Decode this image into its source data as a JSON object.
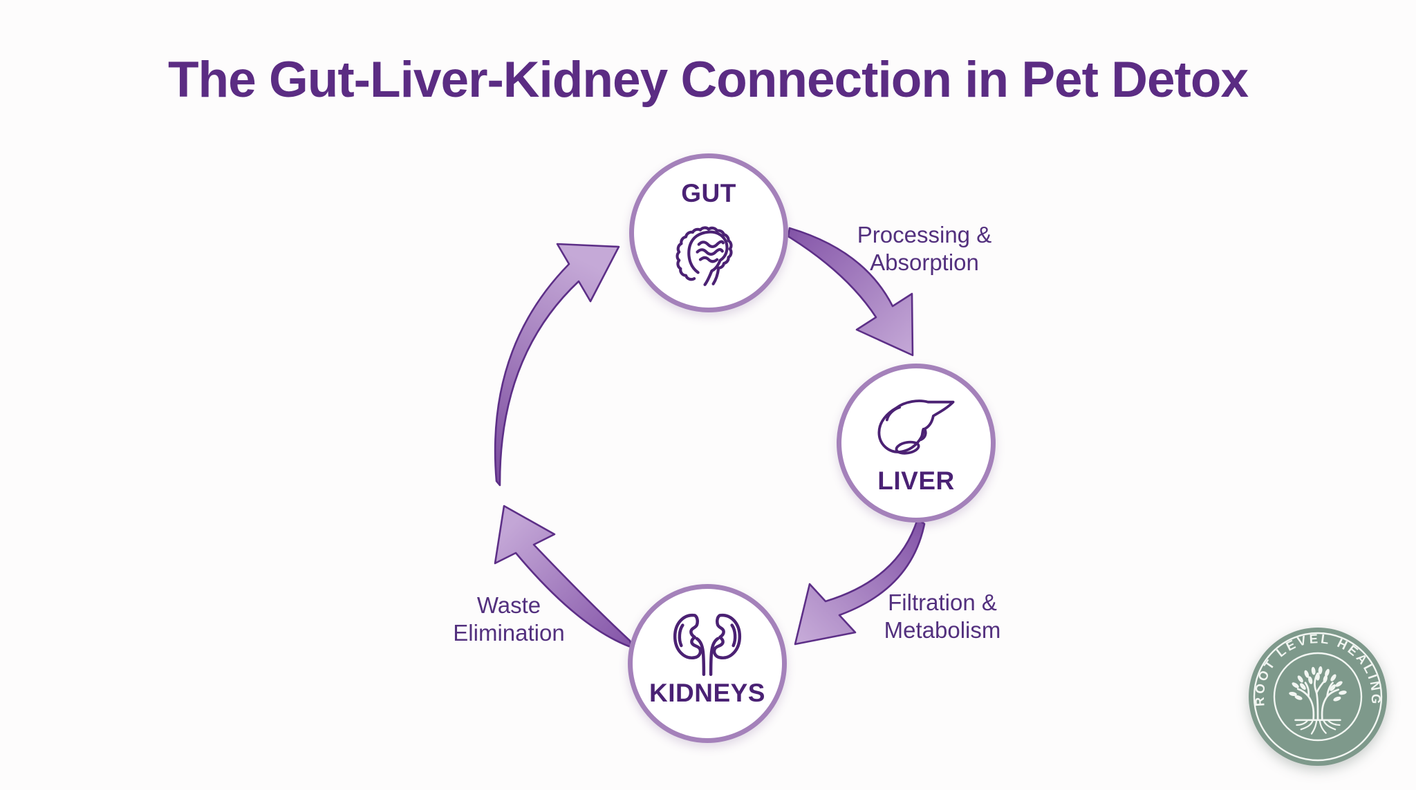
{
  "title": "The Gut-Liver-Kidney Connection in Pet Detox",
  "nodes": [
    {
      "id": "gut",
      "label": "GUT",
      "icon": "intestines-icon"
    },
    {
      "id": "liver",
      "label": "LIVER",
      "icon": "liver-icon"
    },
    {
      "id": "kidneys",
      "label": "KIDNEYS",
      "icon": "kidneys-icon"
    }
  ],
  "connections": [
    {
      "from": "GUT",
      "to": "LIVER",
      "label": "Processing & Absorption"
    },
    {
      "from": "LIVER",
      "to": "KIDNEYS",
      "label": "Filtration & Metabolism"
    },
    {
      "from": "KIDNEYS",
      "to": "GUT",
      "label": "Waste Elimination"
    }
  ],
  "logo": {
    "text": "ROOT LEVEL HEALING",
    "icon": "tree-with-roots-icon"
  },
  "colors": {
    "background": "#fdfcfc",
    "title": "#5b2c83",
    "node_border": "#a481ba",
    "node_label": "#4a2174",
    "icon_stroke": "#4b2173",
    "connection_label": "#53307e",
    "arrow_light": "#c5a9d7",
    "arrow_dark": "#7e4fa4",
    "arrow_outline": "#5d2f87",
    "logo_green": "#7e998b",
    "logo_text": "#f2f6f2"
  }
}
